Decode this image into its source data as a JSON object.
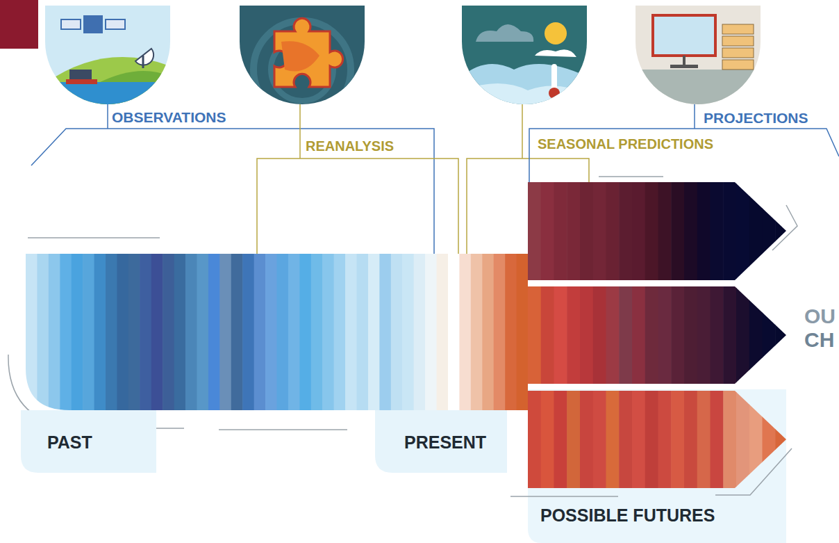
{
  "diagram": {
    "nodes": [
      {
        "text": [
          "PAST"
        ]
      },
      {
        "text": [
          "PRESENT"
        ]
      },
      {
        "text": [
          "POSSIBLE FUTURES"
        ]
      }
    ],
    "labels": [
      "OBSERVATIONS",
      "PROJECTIONS",
      "REANALYSIS",
      "SEASONAL PREDICTIONS",
      "OU",
      "CH"
    ]
  }
}
